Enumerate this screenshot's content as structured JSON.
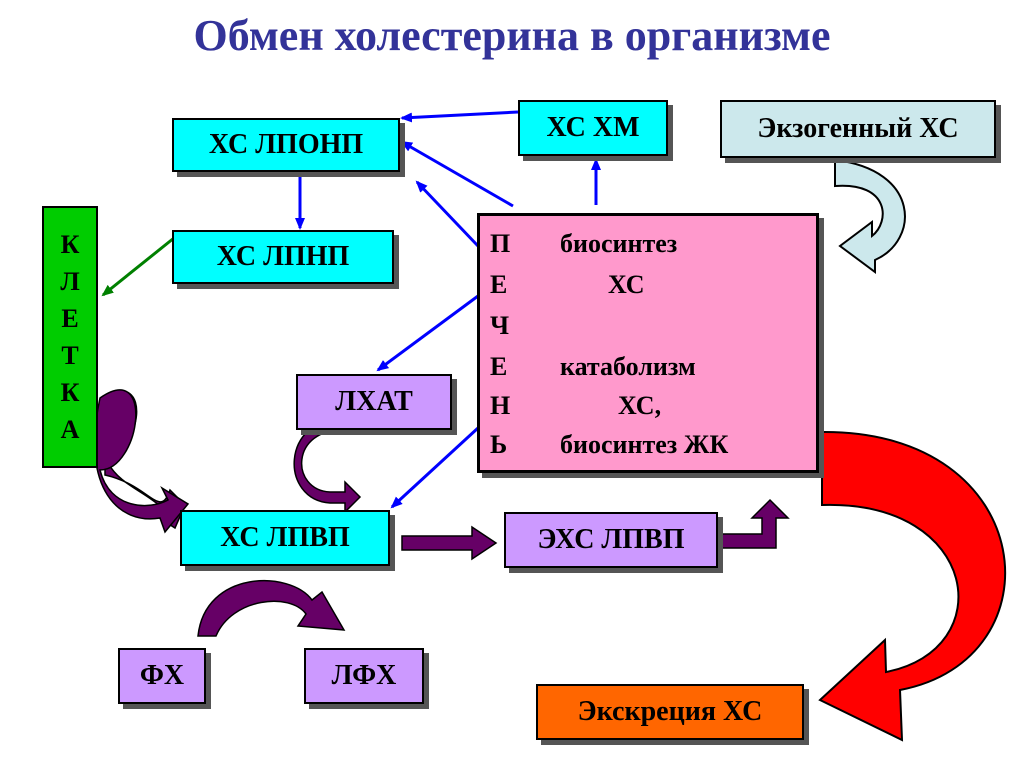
{
  "title": "Обмен холестерина в организме",
  "boxes": {
    "xs_lponp": "ХС ЛПОНП",
    "xs_xm": "ХС ХМ",
    "exogenous": "Экзогенный ХС",
    "xs_lpnp": "ХС ЛПНП",
    "lhat": "ЛХАТ",
    "xs_lpvp": "ХС ЛПВП",
    "exs_lpvp": "ЭХС ЛПВП",
    "fx": "ФХ",
    "lfx": "ЛФХ",
    "excretion": "Экскреция ХС"
  },
  "cell_letters": [
    "К",
    "Л",
    "Е",
    "Т",
    "К",
    "А"
  ],
  "liver": {
    "letters": [
      "П",
      "Е",
      "Ч",
      "Е",
      "Н",
      "Ь"
    ],
    "texts": [
      "биосинтез",
      "ХС",
      "",
      "катаболизм",
      "ХС,",
      "биосинтез ЖК"
    ]
  },
  "colors": {
    "title": "#333399",
    "blue_arrow": "#0000ff",
    "green_arrow": "#008000",
    "purple_arrow": "#660066",
    "red_arrow": "#ff0000",
    "cyan_box": "#00ffff",
    "lilac_box": "#cc99ff",
    "liver_box": "#ff99cc",
    "cell_box": "#00cc00",
    "exogenous_box": "#cce8ec",
    "excretion_box": "#ff6600"
  }
}
